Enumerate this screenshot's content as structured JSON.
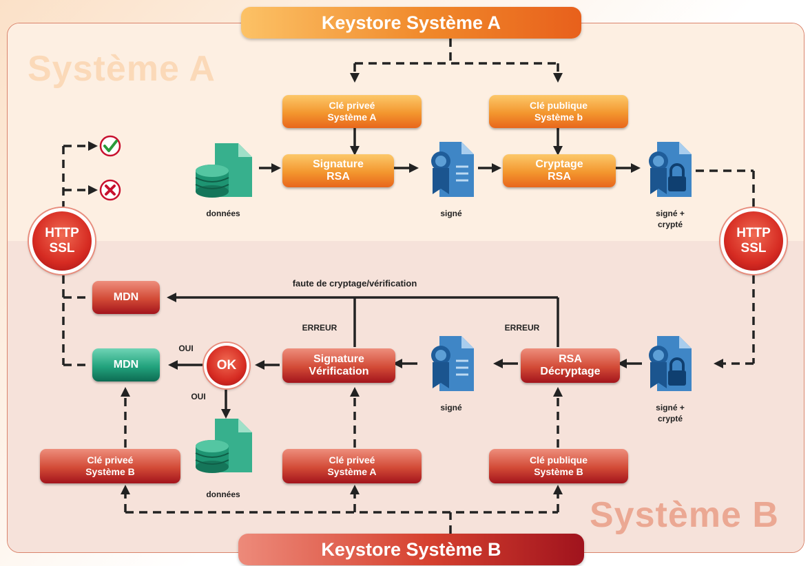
{
  "keystore_a": "Keystore Système A",
  "keystore_b": "Keystore Système B",
  "zone_a_label": "Système A",
  "zone_b_label": "Système B",
  "http_ssl": {
    "line1": "HTTP",
    "line2": "SSL"
  },
  "top": {
    "cle_privee_a": {
      "line1": "Clé priveé",
      "line2": "Système A"
    },
    "cle_publique_b": {
      "line1": "Clé publique",
      "line2": "Système b"
    },
    "signature_rsa": {
      "line1": "Signature",
      "line2": "RSA"
    },
    "cryptage_rsa": {
      "line1": "Cryptage",
      "line2": "RSA"
    },
    "donnees": "données",
    "signe": "signé",
    "signe_crypte": {
      "line1": "signé +",
      "line2": "crypté"
    }
  },
  "bottom": {
    "mdn_error": "MDN",
    "mdn_ok": "MDN",
    "ok": "OK",
    "oui_left": "OUI",
    "oui_down": "OUI",
    "erreur_left": "ERREUR",
    "erreur_right": "ERREUR",
    "faute": "faute de cryptage/vérification",
    "signature_verification": {
      "line1": "Signature",
      "line2": "Vérification"
    },
    "rsa_decryptage": {
      "line1": "RSA",
      "line2": "Décryptage"
    },
    "signe": "signé",
    "signe_crypte": {
      "line1": "signé +",
      "line2": "crypté"
    },
    "donnees": "données",
    "cle_privee_b": {
      "line1": "Clé priveé",
      "line2": "Système B"
    },
    "cle_privee_a": {
      "line1": "Clé priveé",
      "line2": "Système A"
    },
    "cle_publique_b": {
      "line1": "Clé publique",
      "line2": "Système B"
    }
  },
  "icons": {
    "success": "check-icon",
    "failure": "cross-icon",
    "database": "database-icon",
    "certificate": "certificate-icon",
    "locked": "lock-document-icon"
  },
  "colors": {
    "orange": "#f0882a",
    "red": "#c8202a",
    "green": "#1f9a76",
    "blue": "#1d5fa0"
  }
}
